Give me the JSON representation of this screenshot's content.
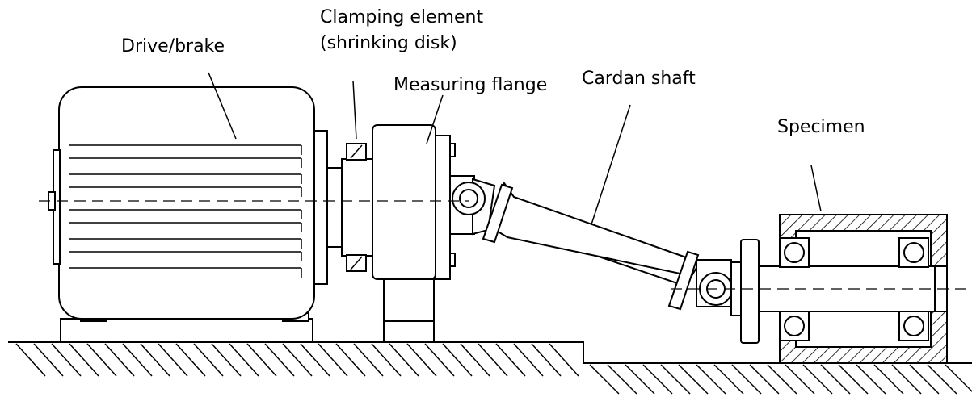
{
  "labels": {
    "drive_brake": "Drive/brake",
    "clamping_line1": "Clamping element",
    "clamping_line2": "(shrinking disk)",
    "measuring_flange": "Measuring flange",
    "cardan_shaft": "Cardan shaft",
    "specimen": "Specimen"
  }
}
